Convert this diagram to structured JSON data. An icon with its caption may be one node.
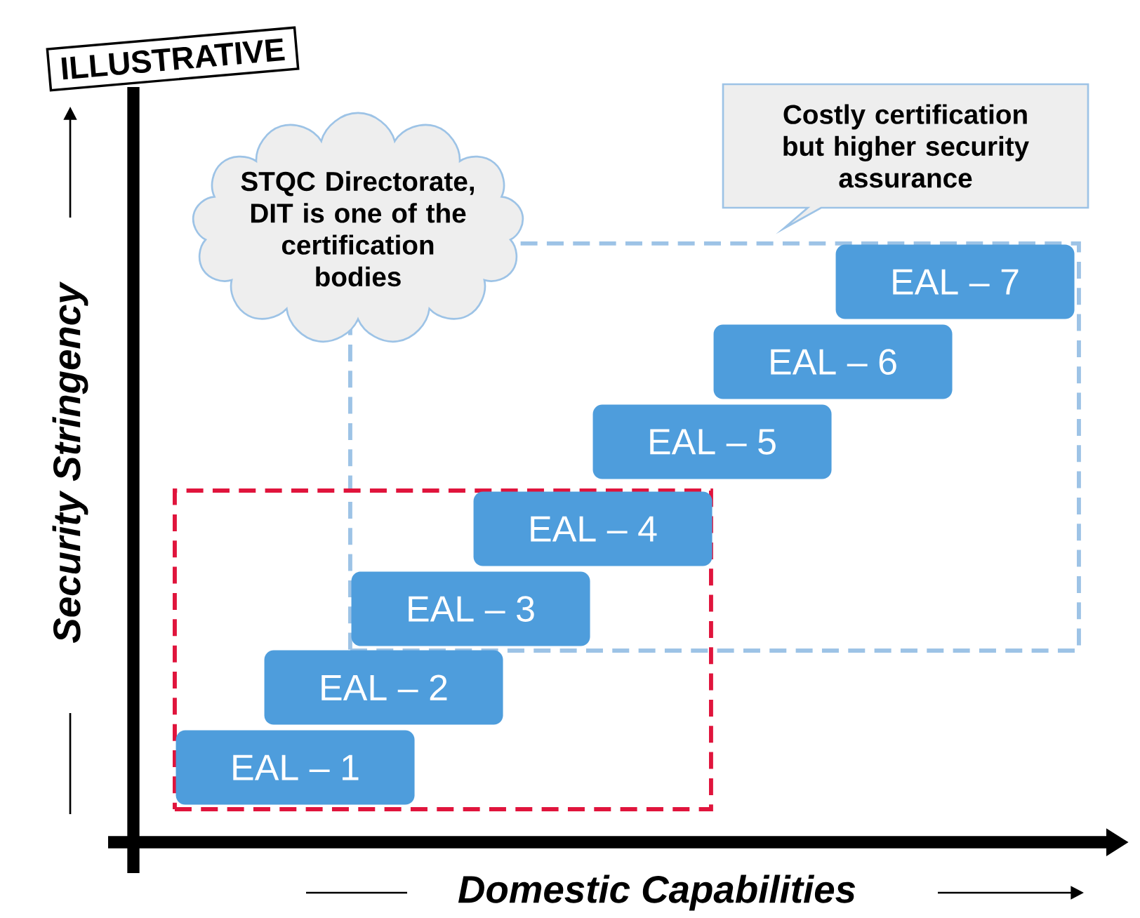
{
  "diagram": {
    "nodes": [
      {
        "text": [
          "ILLUSTRATIVE"
        ]
      },
      {
        "text": [
          "STQC Directorate, DIT is one of the certification bodies"
        ]
      },
      {
        "text": [
          "Costly certification but higher security assurance"
        ]
      },
      {
        "text": [],
        "shape": "box"
      },
      {
        "text": [],
        "shape": "box"
      },
      {
        "text": [
          "EAL – 1"
        ],
        "in": 4
      },
      {
        "text": [
          "EAL – 2"
        ],
        "in": 4
      },
      {
        "text": [
          "EAL – 3"
        ]
      },
      {
        "text": [
          "EAL – 4"
        ]
      },
      {
        "text": [
          "EAL – 5"
        ],
        "in": 3
      },
      {
        "text": [
          "EAL – 6"
        ],
        "in": 3
      },
      {
        "text": [
          "EAL – 7"
        ],
        "in": 3
      }
    ],
    "labels": [
      "Security Stringency",
      "Domestic Capabilities"
    ]
  }
}
